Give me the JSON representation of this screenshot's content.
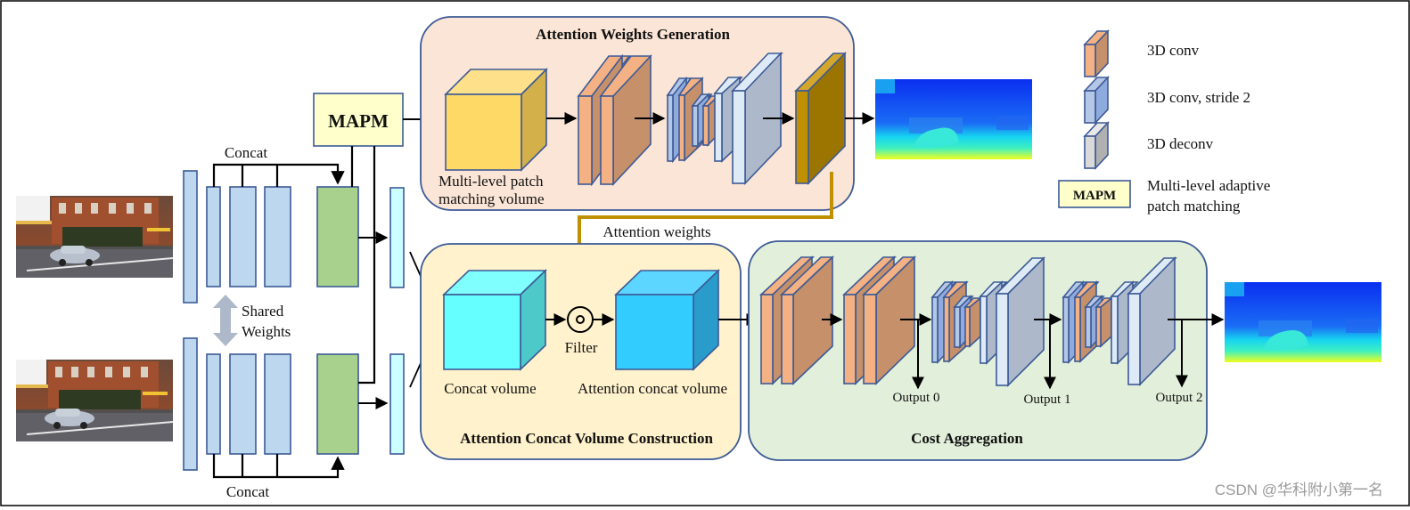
{
  "title": "Network architecture diagram (ACVNet-style stereo matching pipeline)",
  "inputs": {
    "left_image": "stereo-left-street-image",
    "right_image": "stereo-right-street-image"
  },
  "feature_extraction": {
    "concat_top_label": "Concat",
    "concat_bottom_label": "Concat",
    "shared_weights_label_line1": "Shared",
    "shared_weights_label_line2": "Weights"
  },
  "mapm": {
    "label": "MAPM"
  },
  "attention_weights_generation": {
    "title": "Attention Weights Generation",
    "volume_label_line1": "Multi-level patch",
    "volume_label_line2": "matching volume",
    "output": "disparity-map"
  },
  "attention_weights_label": "Attention weights",
  "attention_concat_volume_construction": {
    "title": "Attention Concat Volume Construction",
    "concat_volume_label": "Concat volume",
    "filter_label": "Filter",
    "attention_concat_volume_label": "Attention concat volume"
  },
  "cost_aggregation": {
    "title": "Cost Aggregation",
    "outputs": [
      "Output 0",
      "Output 1",
      "Output 2"
    ]
  },
  "legend": {
    "items": [
      {
        "label": "3D conv",
        "icon": "orange-block-icon"
      },
      {
        "label": "3D conv, stride 2",
        "icon": "blue-block-icon"
      },
      {
        "label": "3D deconv",
        "icon": "gray-block-icon"
      }
    ],
    "mapm_badge": "MAPM",
    "mapm_desc_line1": "Multi-level adaptive",
    "mapm_desc_line2": "patch matching"
  },
  "watermark": "CSDN @华科附小第一名",
  "colors": {
    "awg_bg": "#fbe5d6",
    "acvc_bg": "#fff2cc",
    "ca_bg": "#e2efda",
    "panel_border": "#3c5a96",
    "feature_blue": "#bdd7ee",
    "feature_green": "#a9d18e",
    "feature_cyan": "#ccffff",
    "mapm_fill": "#ffffcc",
    "attention_arrow": "#bf9000",
    "conv_front": "#f4b183",
    "conv_side": "#c5906a",
    "stride_front": "#b4c7e7",
    "stride_side": "#8faadc",
    "deconv_front": "#deebf7",
    "deconv_side": "#adb9ca",
    "gold_front": "#bf9000",
    "gold_side": "#9c7500",
    "yellow_front": "#ffd966",
    "yellow_side": "#d4b04a",
    "cyan_front": "#66ffff",
    "cyan_side": "#4dc9c9",
    "sky_front": "#33ccff",
    "sky_side": "#2a9ccc"
  }
}
